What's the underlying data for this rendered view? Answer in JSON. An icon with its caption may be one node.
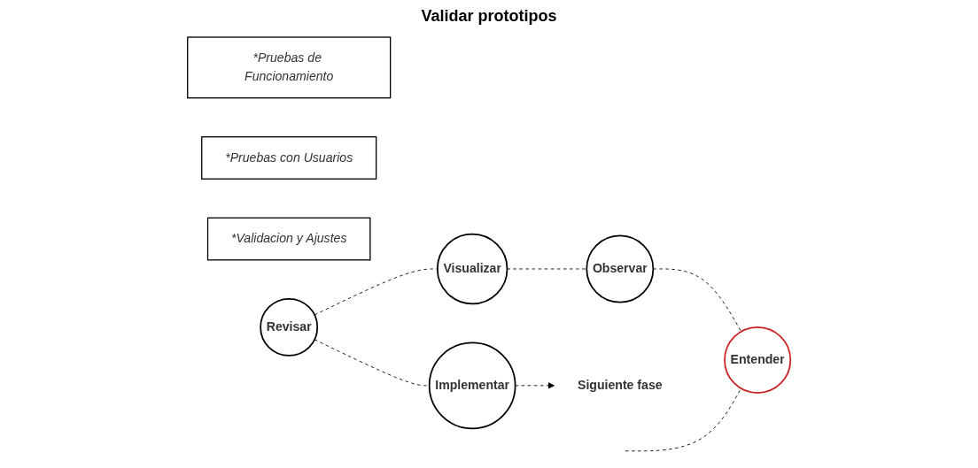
{
  "diagram": {
    "nodes": [
      {
        "text": [
          "Visualizar"
        ]
      },
      {
        "text": [
          "Observar"
        ]
      },
      {
        "text": [
          "*Pruebas de Funcionamiento"
        ]
      },
      {
        "text": [
          "*Pruebas con Usuarios"
        ]
      },
      {
        "text": [
          "*Validacion y Ajustes"
        ]
      },
      {
        "text": [
          "Revisar"
        ]
      },
      {
        "text": [
          "Entender"
        ]
      },
      {
        "text": [
          "Implementar"
        ]
      },
      {
        "text": [
          "Siguiente fase"
        ]
      }
    ],
    "edges": [
      {
        "from": 0,
        "to": 1,
        "arrow": "none",
        "style": "dashed"
      },
      {
        "from": 1,
        "to": 6,
        "arrow": "none",
        "style": "dashed"
      },
      {
        "from": 5,
        "to": 0,
        "arrow": "none",
        "style": "dashed"
      },
      {
        "from": 5,
        "to": 7,
        "arrow": "none",
        "style": "dashed"
      },
      {
        "from": null,
        "to": 6,
        "arrow": "none",
        "style": "dashed"
      },
      {
        "from": 7,
        "to": 8,
        "arrow": "to",
        "style": "dashed"
      }
    ],
    "labels": [
      "Validar prototipos"
    ]
  }
}
